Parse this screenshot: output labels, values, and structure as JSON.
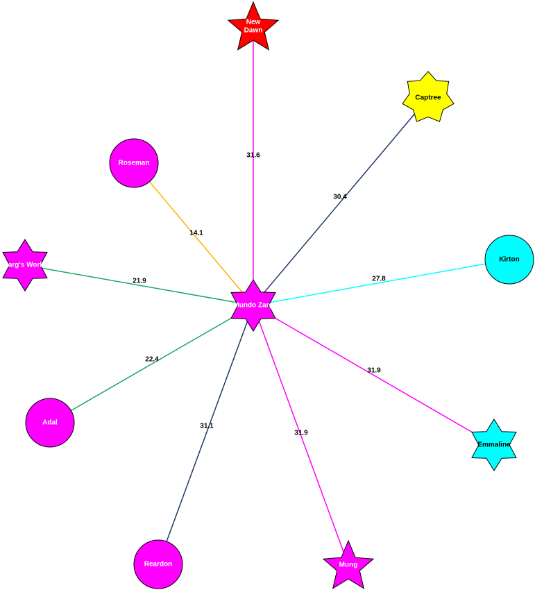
{
  "graph": {
    "center": "mundo-zarg",
    "nodes": [
      {
        "id": "mundo-zarg",
        "label": [
          "Mundo Zarg"
        ],
        "shape": "star6",
        "fill": "#ff00ff",
        "text_color": "#ffffff"
      },
      {
        "id": "new-dawn",
        "label": [
          "New",
          "Dawn"
        ],
        "shape": "star5",
        "fill": "#ff0000",
        "text_color": "#ffffff"
      },
      {
        "id": "captree",
        "label": [
          "Captree"
        ],
        "shape": "star7",
        "fill": "#ffff00",
        "text_color": "#000000"
      },
      {
        "id": "roseman",
        "label": [
          "Roseman"
        ],
        "shape": "circle",
        "fill": "#ff00ff",
        "text_color": "#ffffff"
      },
      {
        "id": "kirton",
        "label": [
          "Kirton"
        ],
        "shape": "circle",
        "fill": "#00ffff",
        "text_color": "#000000"
      },
      {
        "id": "zargs-world",
        "label": [
          "Zarg's World"
        ],
        "shape": "star6",
        "fill": "#ff00ff",
        "text_color": "#ffffff"
      },
      {
        "id": "adal",
        "label": [
          "Adal"
        ],
        "shape": "circle",
        "fill": "#ff00ff",
        "text_color": "#ffffff"
      },
      {
        "id": "emmaline",
        "label": [
          "Emmaline"
        ],
        "shape": "star6",
        "fill": "#00ffff",
        "text_color": "#000000"
      },
      {
        "id": "reardon",
        "label": [
          "Reardon"
        ],
        "shape": "circle",
        "fill": "#ff00ff",
        "text_color": "#ffffff"
      },
      {
        "id": "mung",
        "label": [
          "Mung"
        ],
        "shape": "star5",
        "fill": "#ff00ff",
        "text_color": "#ffffff"
      }
    ],
    "edges": [
      {
        "from": "mundo-zarg",
        "to": "new-dawn",
        "label": "31.6",
        "color": "#ff00ff"
      },
      {
        "from": "mundo-zarg",
        "to": "captree",
        "label": "30.4",
        "color": "#1f3864"
      },
      {
        "from": "mundo-zarg",
        "to": "roseman",
        "label": "14.1",
        "color": "#ffb000"
      },
      {
        "from": "mundo-zarg",
        "to": "kirton",
        "label": "27.8",
        "color": "#00ffff"
      },
      {
        "from": "mundo-zarg",
        "to": "zargs-world",
        "label": "21.9",
        "color": "#1aa862"
      },
      {
        "from": "mundo-zarg",
        "to": "adal",
        "label": "22.4",
        "color": "#1aa862"
      },
      {
        "from": "mundo-zarg",
        "to": "emmaline",
        "label": "31.9",
        "color": "#ff00ff"
      },
      {
        "from": "mundo-zarg",
        "to": "reardon",
        "label": "31.1",
        "color": "#1f3864"
      },
      {
        "from": "mundo-zarg",
        "to": "mung",
        "label": "31.9",
        "color": "#ff00ff"
      }
    ]
  }
}
